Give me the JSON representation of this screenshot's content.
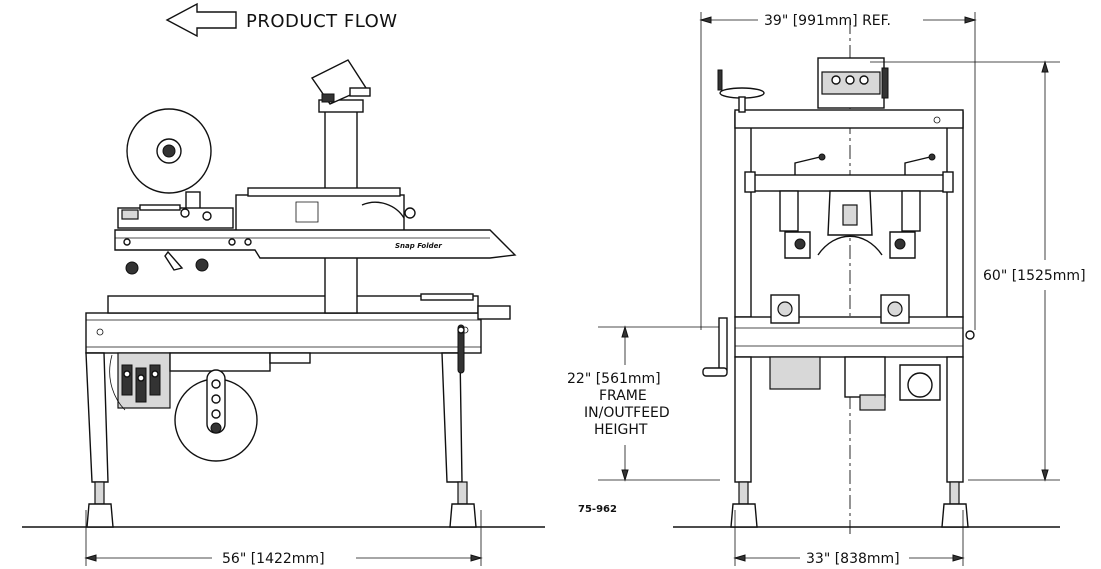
{
  "flow_label": "PRODUCT FLOW",
  "machine_label": "Snap Folder",
  "dimensions": {
    "side_width": "56\" [1422mm]",
    "front_overall_width": "39\" [991mm] REF.",
    "front_base_width": "33\" [838mm]",
    "overall_height": "60\" [1525mm]",
    "frame_height_value": "22\" [561mm]",
    "frame_height_line1": "FRAME",
    "frame_height_line2": "IN/OUTFEED",
    "frame_height_line3": "HEIGHT"
  },
  "drawing_number": "75-962"
}
